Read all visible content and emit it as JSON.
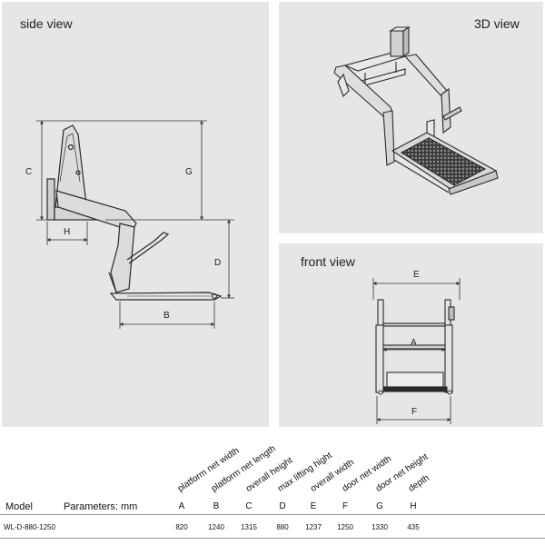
{
  "panels": {
    "side_view": {
      "title": "side view",
      "labels": {
        "C": "C",
        "G": "G",
        "H": "H",
        "D": "D",
        "B": "B"
      }
    },
    "view_3d": {
      "title": "3D view"
    },
    "front_view": {
      "title": "front view",
      "labels": {
        "E": "E",
        "A": "A",
        "F": "F"
      }
    }
  },
  "table": {
    "model_header": "Model",
    "params_header": "Parameters: mm",
    "columns": [
      {
        "name": "platform net width",
        "letter": "A"
      },
      {
        "name": "platform net length",
        "letter": "B"
      },
      {
        "name": "overall height",
        "letter": "C"
      },
      {
        "name": "max lifting hight",
        "letter": "D"
      },
      {
        "name": "overall width",
        "letter": "E"
      },
      {
        "name": "door net width",
        "letter": "F"
      },
      {
        "name": "door net height",
        "letter": "G"
      },
      {
        "name": "depth",
        "letter": "H"
      }
    ],
    "rows": [
      {
        "model": "WL-D-880-1250",
        "values": [
          "820",
          "1240",
          "1315",
          "880",
          "1237",
          "1250",
          "1330",
          "435"
        ]
      }
    ]
  }
}
